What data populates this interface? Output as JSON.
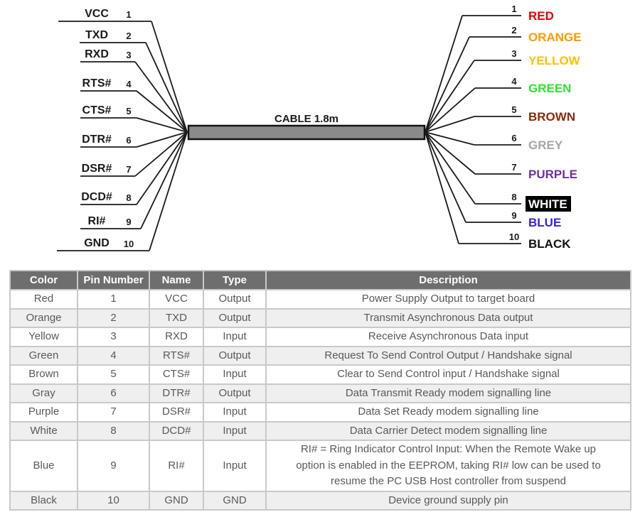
{
  "diagram": {
    "cable_label": "CABLE 1.8m",
    "wire_color": "#1a1a1a",
    "cable_fill": "#8a8a8a",
    "cable_border": "#111111",
    "left_pins": [
      {
        "name": "VCC",
        "pin": "1"
      },
      {
        "name": "TXD",
        "pin": "2"
      },
      {
        "name": "RXD",
        "pin": "3"
      },
      {
        "name": "RTS#",
        "pin": "4"
      },
      {
        "name": "CTS#",
        "pin": "5"
      },
      {
        "name": "DTR#",
        "pin": "6"
      },
      {
        "name": "DSR#",
        "pin": "7"
      },
      {
        "name": "DCD#",
        "pin": "8"
      },
      {
        "name": "RI#",
        "pin": "9"
      },
      {
        "name": "GND",
        "pin": "10"
      }
    ],
    "right_pins": [
      {
        "label": "RED",
        "pin": "1",
        "color": "#e60000",
        "inverted": false
      },
      {
        "label": "ORANGE",
        "pin": "2",
        "color": "#ff9900",
        "inverted": false
      },
      {
        "label": "YELLOW",
        "pin": "3",
        "color": "#ffc000",
        "inverted": false
      },
      {
        "label": "GREEN",
        "pin": "4",
        "color": "#2de52d",
        "inverted": false
      },
      {
        "label": "BROWN",
        "pin": "5",
        "color": "#8b2a0a",
        "inverted": false
      },
      {
        "label": "GREY",
        "pin": "6",
        "color": "#a6a6a6",
        "inverted": false
      },
      {
        "label": "PURPLE",
        "pin": "7",
        "color": "#7030a0",
        "inverted": false
      },
      {
        "label": "WHITE",
        "pin": "8",
        "color": "#ffffff",
        "inverted": true
      },
      {
        "label": "BLUE",
        "pin": "9",
        "color": "#3522e0",
        "inverted": false
      },
      {
        "label": "BLACK",
        "pin": "10",
        "color": "#111111",
        "inverted": false
      }
    ]
  },
  "table": {
    "header_bg": "#6e6e6e",
    "alt_row_bg": "#efefef",
    "grid_color": "#c9c9c9",
    "headers": [
      "Color",
      "Pin Number",
      "Name",
      "Type",
      "Description"
    ],
    "rows": [
      [
        "Red",
        "1",
        "VCC",
        "Output",
        "Power Supply Output to target board"
      ],
      [
        "Orange",
        "2",
        "TXD",
        "Output",
        "Transmit Asynchronous Data output"
      ],
      [
        "Yellow",
        "3",
        "RXD",
        "Input",
        "Receive Asynchronous Data input"
      ],
      [
        "Green",
        "4",
        "RTS#",
        "Output",
        "Request To Send Control Output / Handshake signal"
      ],
      [
        "Brown",
        "5",
        "CTS#",
        "Input",
        "Clear to Send Control input / Handshake signal"
      ],
      [
        "Gray",
        "6",
        "DTR#",
        "Output",
        "Data Transmit Ready modem signalling line"
      ],
      [
        "Purple",
        "7",
        "DSR#",
        "Input",
        "Data Set Ready modem signalling line"
      ],
      [
        "White",
        "8",
        "DCD#",
        "Input",
        "Data Carrier Detect modem signalling line"
      ],
      [
        "Blue",
        "9",
        "RI#",
        "Input",
        "RI# = Ring Indicator Control Input: When the Remote Wake up option is enabled in the EEPROM, taking RI# low can be used to resume the PC USB Host controller from suspend"
      ],
      [
        "Black",
        "10",
        "GND",
        "GND",
        "Device ground supply pin"
      ]
    ]
  }
}
